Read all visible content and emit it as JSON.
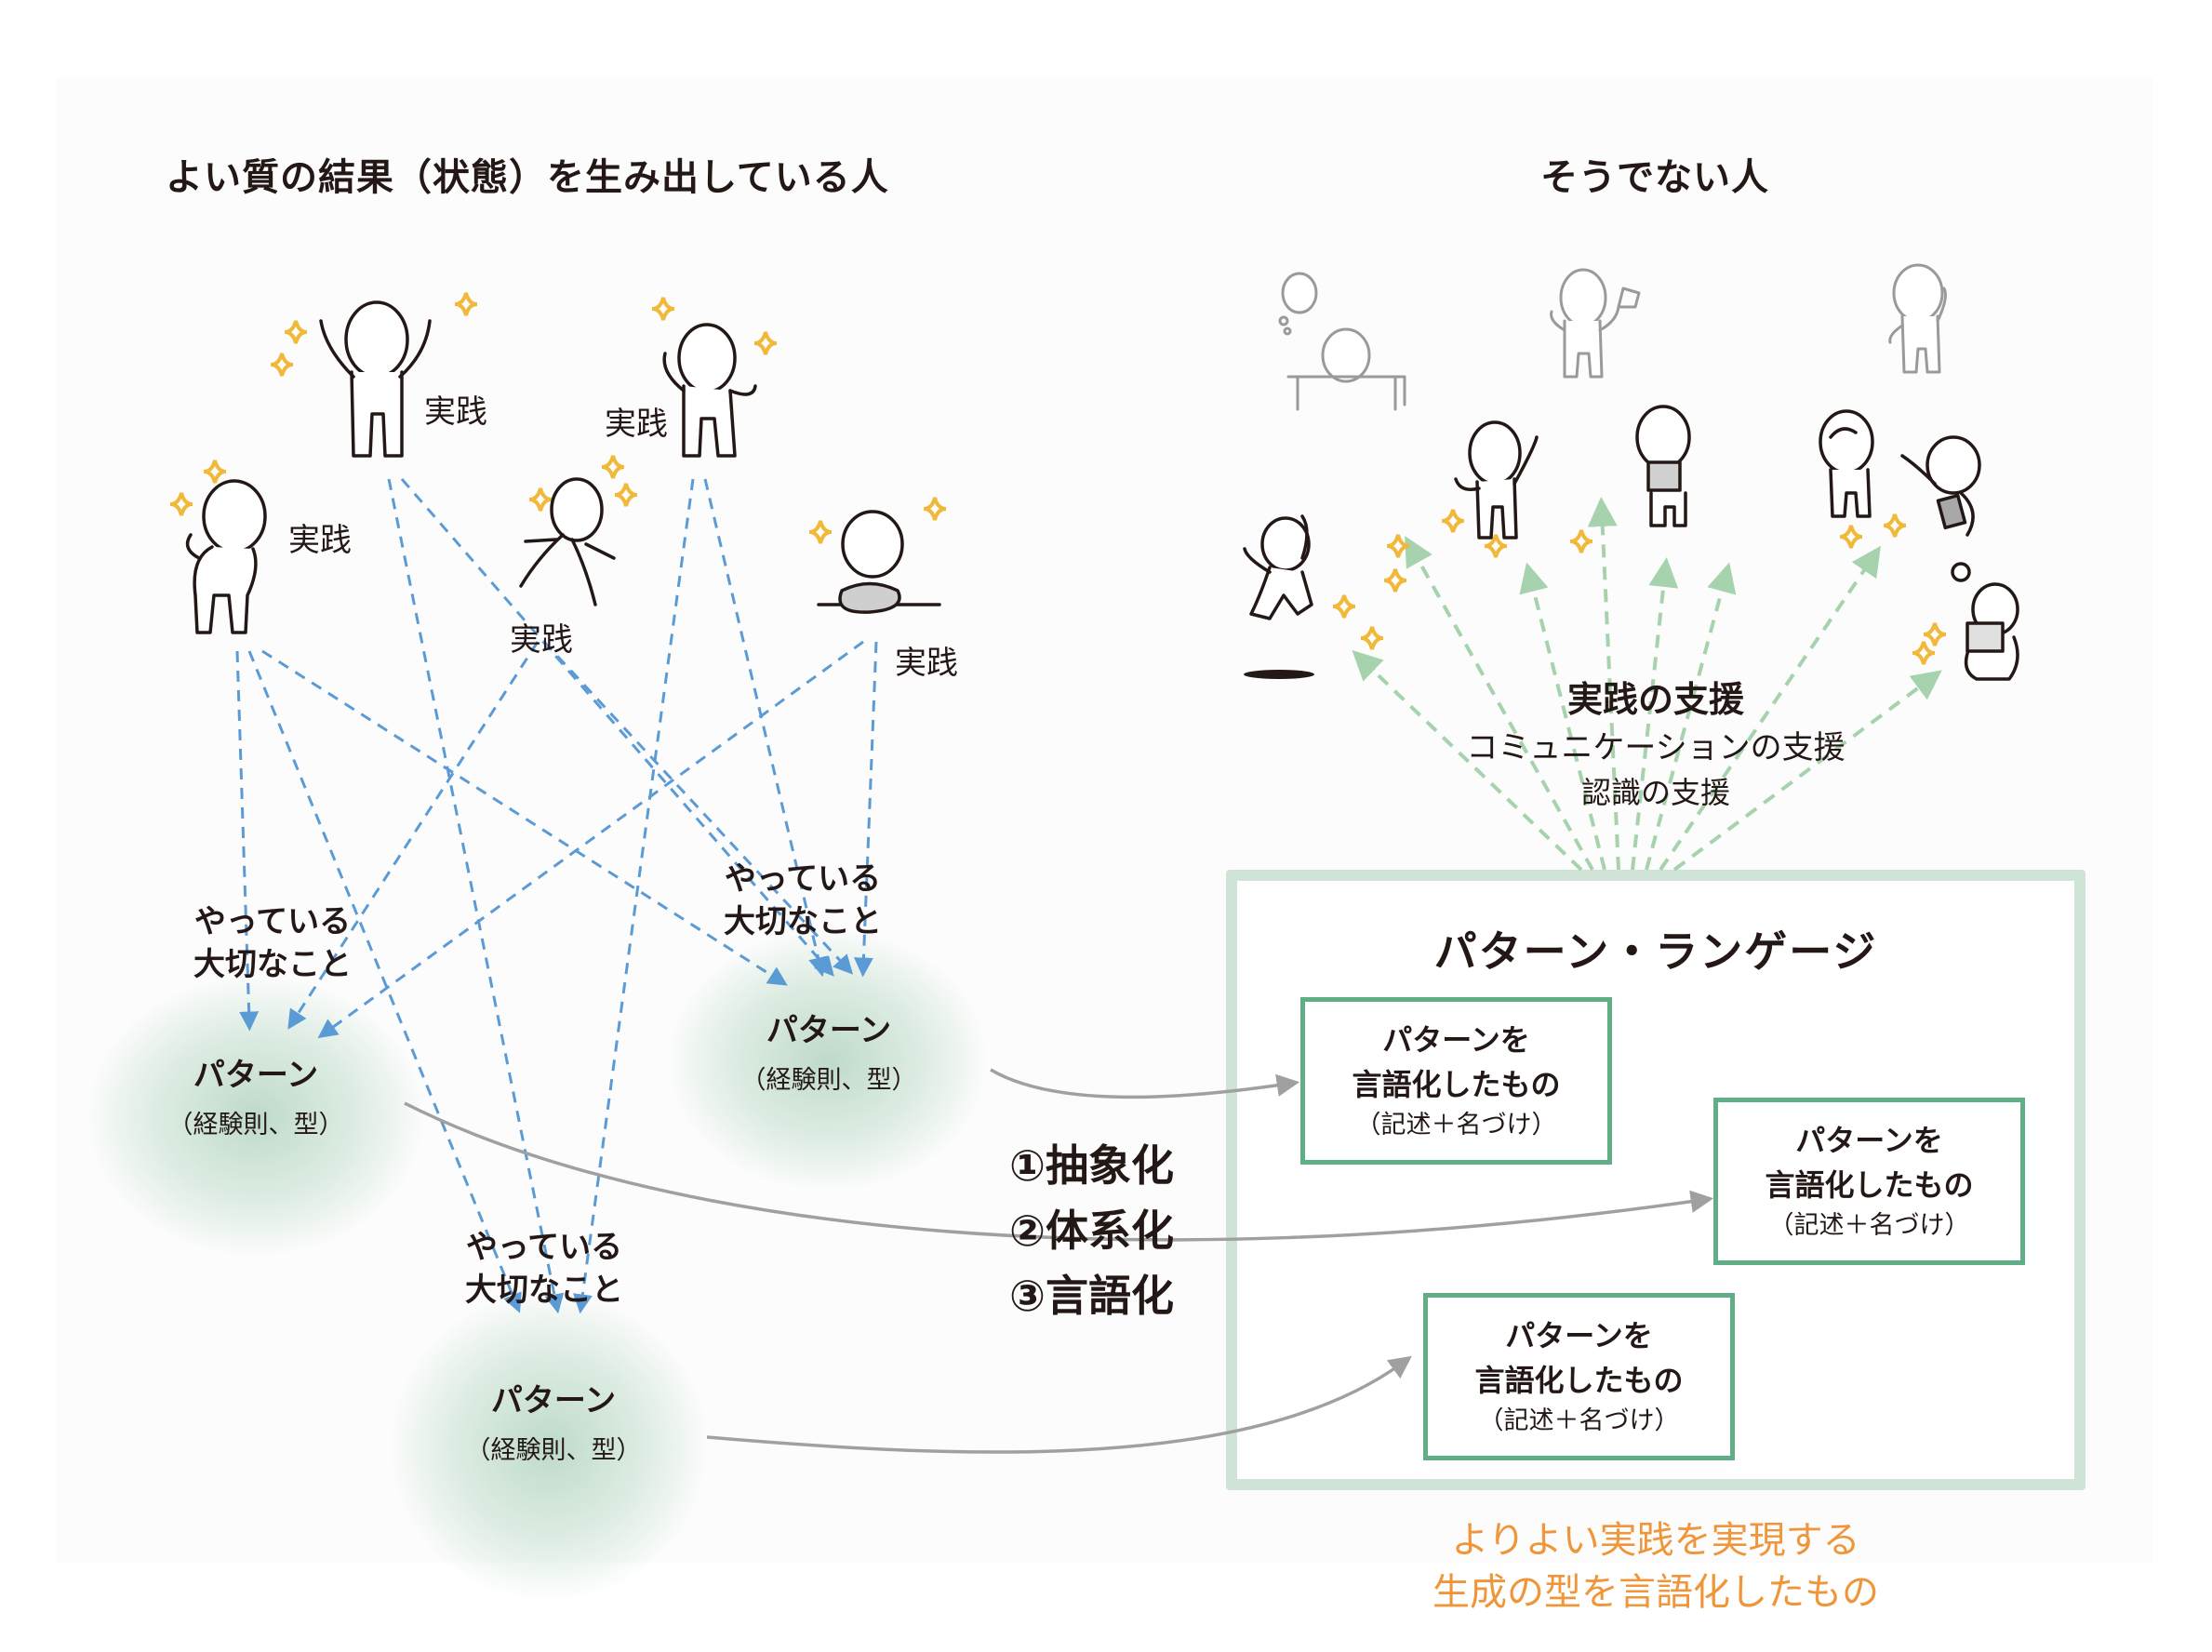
{
  "colors": {
    "blue_arrow": "#5b9bd5",
    "green_arrow": "#a6d3ae",
    "gray_arrow": "#a0a0a0",
    "sparkle": "#f0b93a",
    "pl_frame": "#cfe4d7",
    "pl_box_border": "#5fae85",
    "caption": "#f0963a",
    "text": "#231815"
  },
  "left": {
    "title": "よい質の結果（状態）を生み出している人",
    "practice_label": "実践",
    "important_line1": "やっている",
    "important_line2": "大切なこと",
    "pattern_name": "パターン",
    "pattern_sub": "（経験則、型）"
  },
  "right": {
    "title": "そうでない人",
    "support": {
      "line1": "実践の支援",
      "line2": "コミュニケーションの支援",
      "line3": "認識の支援"
    }
  },
  "steps": [
    "①抽象化",
    "②体系化",
    "③言語化"
  ],
  "pattern_language": {
    "title": "パターン・ランゲージ",
    "box_line1": "パターンを",
    "box_line2": "言語化したもの",
    "box_line3": "（記述＋名づけ）"
  },
  "caption": {
    "line1": "よりよい実践を実現する",
    "line2": "生成の型を言語化したもの"
  },
  "figures": {
    "left": [
      "person-fist-pump",
      "person-arms-up",
      "person-running",
      "person-waving",
      "person-kneading"
    ],
    "right_faded": [
      "person-sleeping-at-desk",
      "person-confused-flag",
      "person-scratching-head"
    ],
    "right_active": [
      "person-jumping",
      "person-waving",
      "person-reading-book",
      "person-thinking",
      "person-pointing-with-book",
      "person-reading-with-idea"
    ]
  }
}
